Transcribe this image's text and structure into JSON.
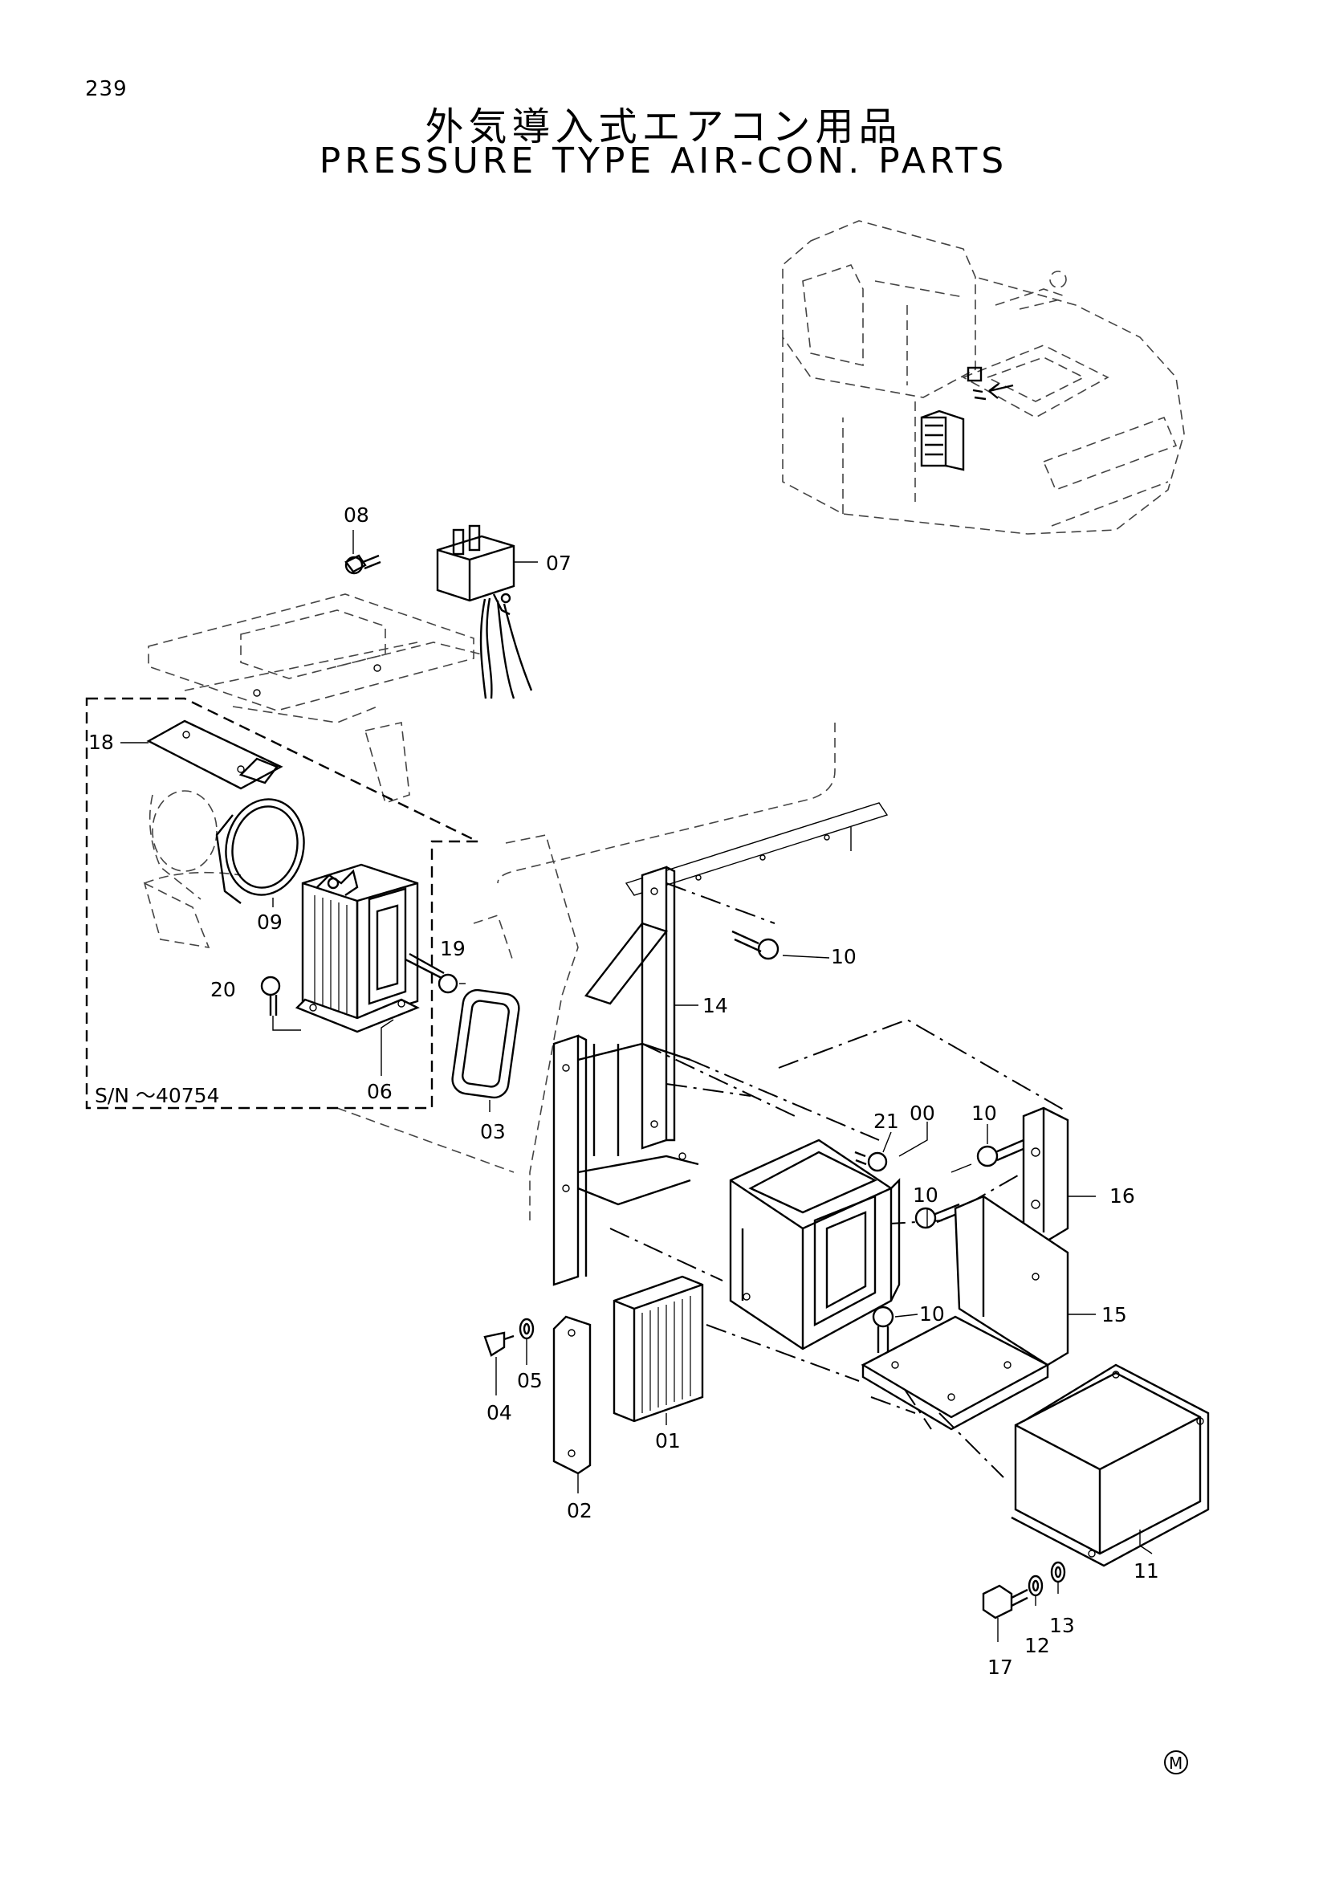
{
  "page": {
    "number": "239"
  },
  "title": {
    "japanese": "外気導入式エアコン用品",
    "english": "PRESSURE TYPE AIR-CON. PARTS"
  },
  "serial_note": "S/N ～40754",
  "mark": "M",
  "parts": [
    {
      "no": "00"
    },
    {
      "no": "01"
    },
    {
      "no": "02"
    },
    {
      "no": "03"
    },
    {
      "no": "04"
    },
    {
      "no": "05"
    },
    {
      "no": "06"
    },
    {
      "no": "07"
    },
    {
      "no": "08"
    },
    {
      "no": "09"
    },
    {
      "no": "10"
    },
    {
      "no": "11"
    },
    {
      "no": "12"
    },
    {
      "no": "13"
    },
    {
      "no": "14"
    },
    {
      "no": "15"
    },
    {
      "no": "16"
    },
    {
      "no": "17"
    },
    {
      "no": "18"
    },
    {
      "no": "19"
    },
    {
      "no": "20"
    },
    {
      "no": "21"
    }
  ],
  "repeated_callouts": {
    "part_10": [
      "10",
      "10",
      "10",
      "10"
    ]
  }
}
